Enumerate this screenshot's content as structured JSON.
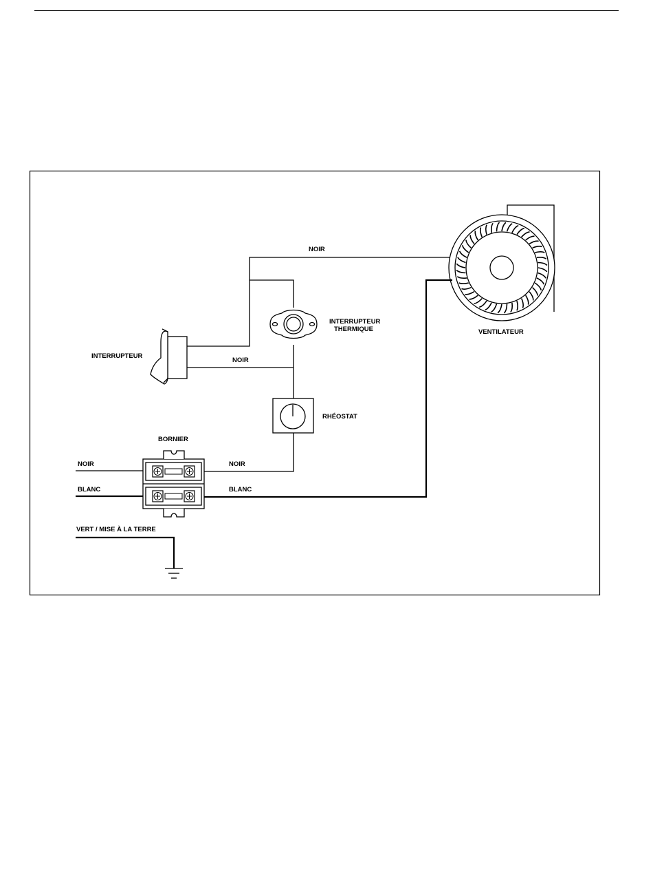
{
  "labels": {
    "wire_noir_top": "NOIR",
    "wire_noir_switch": "NOIR",
    "interrupteur": "INTERRUPTEUR",
    "interrupteur_thermique_line1": "INTERRUPTEUR",
    "interrupteur_thermique_line2": "THERMIQUE",
    "ventilateur": "VENTILATEUR",
    "rheostat": "RHÉOSTAT",
    "bornier": "BORNIER",
    "noir_in": "NOIR",
    "noir_out": "NOIR",
    "blanc_in": "BLANC",
    "blanc_out": "BLANC",
    "ground": "VERT / MISE À LA TERRE"
  }
}
